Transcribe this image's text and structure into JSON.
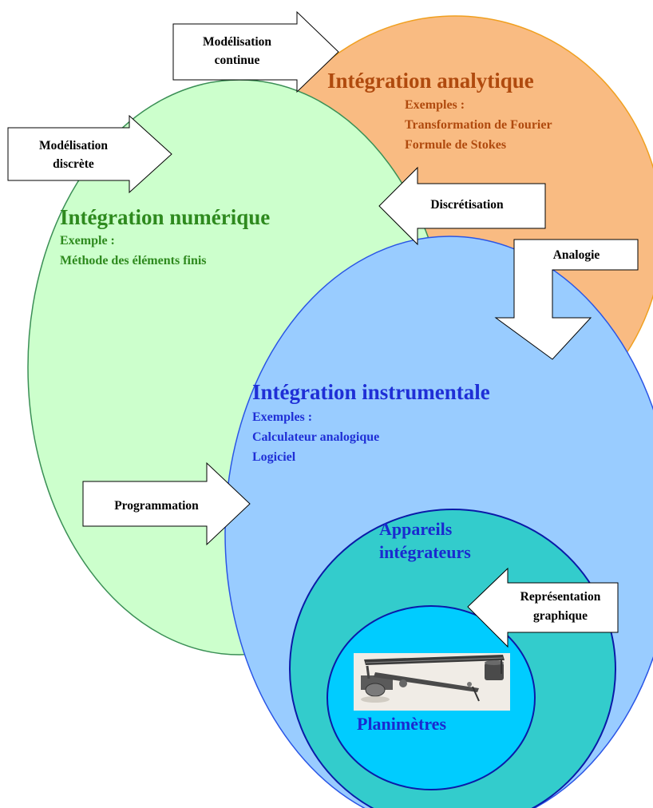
{
  "colors": {
    "analytique_fill": "#f9bb82",
    "analytique_stroke": "#f0a020",
    "analytique_text": "#b04a0e",
    "numerique_fill": "#ccffcc",
    "numerique_stroke": "#3a8f55",
    "numerique_text": "#2e8a1e",
    "instrumentale_fill": "#99ccff",
    "instrumentale_stroke": "#2a55e6",
    "instrumentale_text": "#1f2fd6",
    "appareils_fill": "#33cccc",
    "appareils_stroke": "#0a1aa8",
    "planimetres_fill": "#00ccff",
    "planimetres_stroke": "#0a1aa8",
    "inner_text": "#1a2ad0"
  },
  "analytique": {
    "title": "Intégration analytique",
    "examples_label": "Exemples :",
    "example_1": "Transformation de Fourier",
    "example_2": "Formule de Stokes"
  },
  "numerique": {
    "title": "Intégration numérique",
    "examples_label": "Exemple :",
    "example_1": "Méthode des éléments finis"
  },
  "instrumentale": {
    "title": "Intégration instrumentale",
    "examples_label": "Exemples :",
    "example_1": "Calculateur analogique",
    "example_2": "Logiciel"
  },
  "appareils": {
    "line_1": "Appareils",
    "line_2": "intégrateurs"
  },
  "planimetres": {
    "label": "Planimètres",
    "image_icon": "planimeter-photo"
  },
  "arrows": {
    "modelisation_continue": {
      "line_1": "Modélisation",
      "line_2": "continue"
    },
    "modelisation_discrete": {
      "line_1": "Modélisation",
      "line_2": "discrète"
    },
    "discretisation": {
      "label": "Discrétisation"
    },
    "analogie": {
      "label": "Analogie"
    },
    "programmation": {
      "label": "Programmation"
    },
    "representation_graphique": {
      "line_1": "Représentation",
      "line_2": "graphique"
    }
  }
}
